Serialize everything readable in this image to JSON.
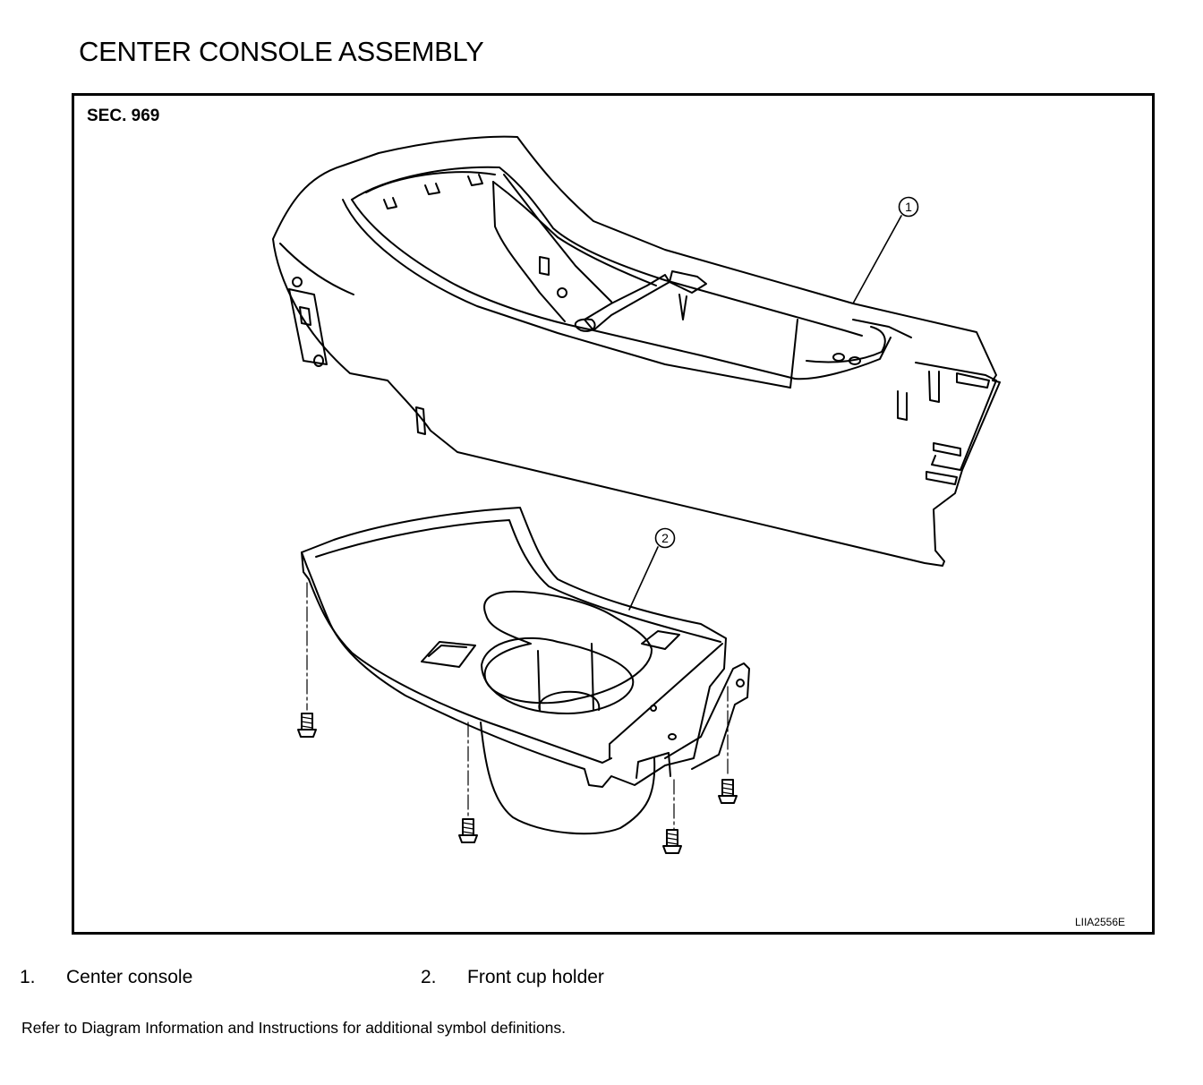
{
  "title": "CENTER CONSOLE ASSEMBLY",
  "section": "SEC. 969",
  "figure_code": "LIIA2556E",
  "callouts": [
    {
      "num": "1"
    },
    {
      "num": "2"
    }
  ],
  "legend": [
    {
      "num": "1.",
      "label": "Center console"
    },
    {
      "num": "2.",
      "label": "Front cup holder"
    }
  ],
  "note": "Refer to Diagram Information and Instructions for additional symbol definitions."
}
